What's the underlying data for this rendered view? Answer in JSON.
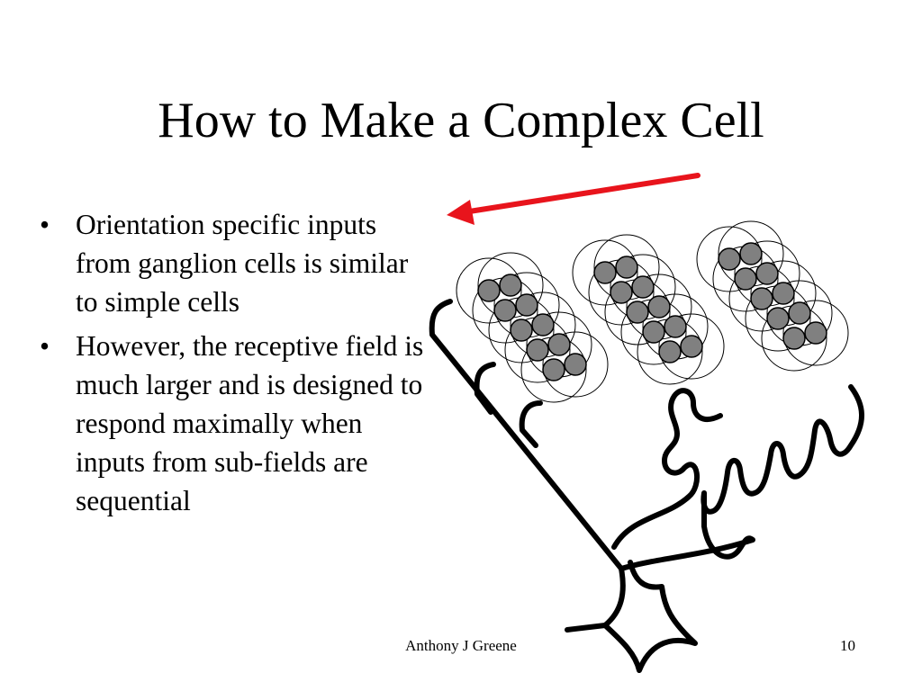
{
  "slide": {
    "title": "How to Make a Complex Cell",
    "bullets": [
      "Orientation specific inputs from ganglion cells is similar to simple cells",
      "However, the receptive field is much larger and is designed to respond maximally when inputs from sub-fields are sequential"
    ],
    "footer": {
      "author": "Anthony J Greene",
      "page_number": "10"
    }
  },
  "diagram": {
    "arrow_color": "#e8141c",
    "ganglion_fill": "#808080",
    "stroke_color": "#000000",
    "receptive_field_groups": 3,
    "cells_per_group": 10
  }
}
